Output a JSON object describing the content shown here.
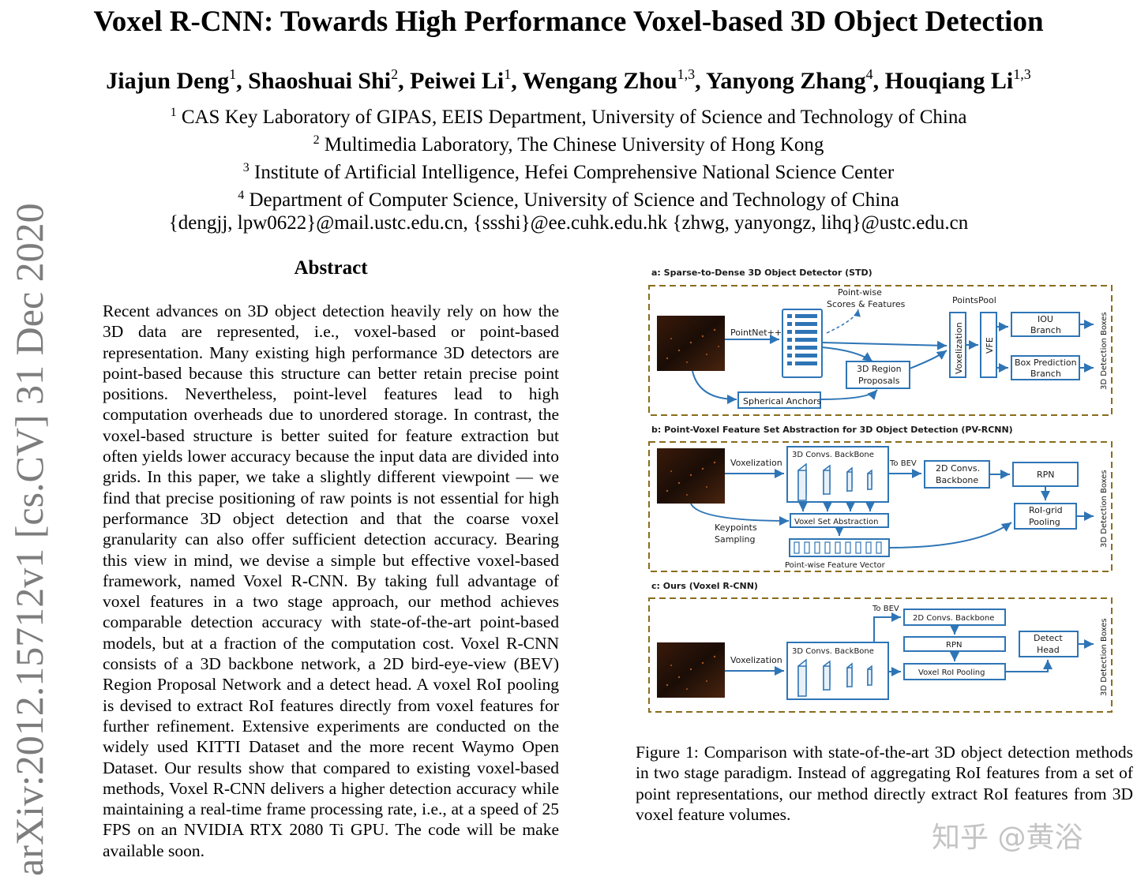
{
  "paper": {
    "title": "Voxel R-CNN: Towards High Performance Voxel-based 3D Object Detection",
    "authors": [
      {
        "name": "Jiajun Deng",
        "sup": "1"
      },
      {
        "name": "Shaoshuai Shi",
        "sup": "2"
      },
      {
        "name": "Peiwei Li",
        "sup": "1"
      },
      {
        "name": "Wengang Zhou",
        "sup": "1,3"
      },
      {
        "name": "Yanyong Zhang",
        "sup": "4"
      },
      {
        "name": "Houqiang Li",
        "sup": "1,3"
      }
    ],
    "affiliations": [
      {
        "sup": "1",
        "text": "CAS Key Laboratory of GIPAS, EEIS Department, University of Science and Technology of China"
      },
      {
        "sup": "2",
        "text": "Multimedia Laboratory, The Chinese University of Hong Kong"
      },
      {
        "sup": "3",
        "text": "Institute of Artificial Intelligence, Hefei Comprehensive National Science Center"
      },
      {
        "sup": "4",
        "text": "Department of Computer Science, University of Science and Technology of China"
      }
    ],
    "emails": "{dengjj, lpw0622}@mail.ustc.edu.cn, {ssshi}@ee.cuhk.edu.hk {zhwg, yanyongz, lihq}@ustc.edu.cn",
    "arxiv_id": "arXiv:2012.15712v1  [cs.CV]  31 Dec 2020",
    "abstract_heading": "Abstract",
    "abstract": "Recent advances on 3D object detection heavily rely on how the 3D data are represented, i.e., voxel-based or point-based representation. Many existing high performance 3D detectors are point-based because this structure can better retain precise point positions. Nevertheless, point-level features lead to high computation overheads due to unordered storage. In contrast, the voxel-based structure is better suited for feature extraction but often yields lower accuracy because the input data are divided into grids. In this paper, we take a slightly different viewpoint — we find that precise positioning of raw points is not essential for high performance 3D object detection and that the coarse voxel granularity can also offer sufficient detection accuracy. Bearing this view in mind, we devise a simple but effective voxel-based framework, named Voxel R-CNN. By taking full advantage of voxel features in a two stage approach, our method achieves comparable detection accuracy with state-of-the-art point-based models, but at a fraction of the computation cost. Voxel R-CNN consists of a 3D backbone network, a 2D bird-eye-view (BEV) Region Proposal Network and a detect head. A voxel RoI pooling is devised to extract RoI features directly from voxel features for further refinement. Extensive experiments are conducted on the widely used KITTI Dataset and the more recent Waymo Open Dataset. Our results show that compared to existing voxel-based methods, Voxel R-CNN delivers a higher detection accuracy while maintaining a real-time frame processing rate, i.e., at a speed of 25 FPS on an NVIDIA RTX 2080 Ti GPU. The code will be make available soon.",
    "caption": "Figure 1: Comparison with state-of-the-art 3D object detection methods in two stage paradigm. Instead of aggregating RoI features from a set of point representations, our method directly extract RoI features from 3D voxel feature volumes.",
    "watermark": "知乎 @黄浴"
  },
  "figure": {
    "colors": {
      "box": "#2e75b6",
      "arrow": "#2e75b6",
      "dash": "#8a6d1c",
      "text": "#1a1a1a",
      "point_cloud": "#c86a2a"
    },
    "panel_a": {
      "label": "a:  Sparse-to-Dense 3D Object Detector (STD)",
      "pointnet": "PointNet++",
      "pointwise_1": "Point-wise",
      "pointwise_2": "Scores & Features",
      "pointspool": "PointsPool",
      "voxelization": "Voxelization",
      "vfe": "VFE",
      "iou_1": "IOU",
      "iou_2": "Branch",
      "box_pred_1": "Box Prediction",
      "box_pred_2": "Branch",
      "region_1": "3D Region",
      "region_2": "Proposals",
      "anchors": "Spherical Anchors",
      "output": "3D Detection Boxes"
    },
    "panel_b": {
      "label": "b:  Point-Voxel Feature Set Abstraction for 3D Object Detection (PV-RCNN)",
      "voxelization": "Voxelization",
      "backbone3d": "3D Convs. BackBone",
      "to_bev": "To BEV",
      "backbone2d_1": "2D Convs.",
      "backbone2d_2": "Backbone",
      "rpn": "RPN",
      "roigrid_1": "RoI-grid",
      "roigrid_2": "Pooling",
      "vsa": "Voxel Set Abstraction",
      "keypoints_1": "Keypoints",
      "keypoints_2": "Sampling",
      "pointwise_vec": "Point-wise Feature Vector",
      "output": "3D Detection Boxes"
    },
    "panel_c": {
      "label": "c:  Ours (Voxel R-CNN)",
      "voxelization": "Voxelization",
      "backbone3d": "3D Convs. BackBone",
      "to_bev": "To BEV",
      "backbone2d": "2D Convs. Backbone",
      "rpn": "RPN",
      "roipool": "Voxel RoI Pooling",
      "head_1": "Detect",
      "head_2": "Head",
      "output": "3D Detection Boxes"
    }
  }
}
